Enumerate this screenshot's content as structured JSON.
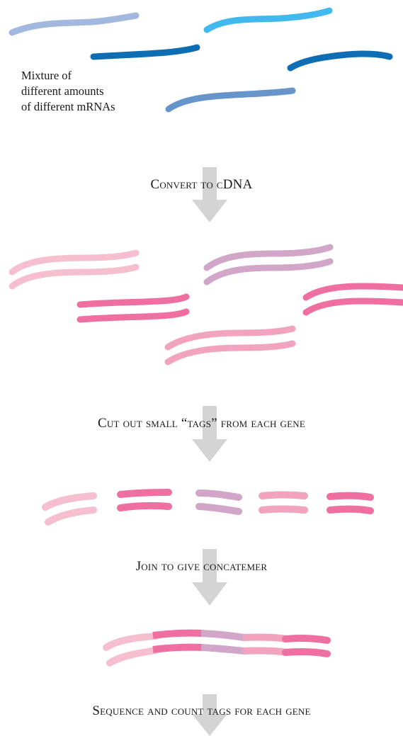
{
  "mixture_label": [
    "Mixture of",
    "different amounts",
    "of different mRNAs"
  ],
  "steps": [
    "Convert to cDNA",
    "Cut out small “tags” from each gene",
    "Join to give concatemer",
    "Sequence and count tags for each gene"
  ],
  "colors": {
    "arrow": "#d4d4d4",
    "mrna_light_blue": "#a3b8df",
    "mrna_cyan": "#41b8ee",
    "mrna_dark_blue": "#0f6db3",
    "mrna_mid_blue": "#6894cc",
    "cdna_light_pink": "#f5bfd0",
    "cdna_lavender": "#d2a6c9",
    "cdna_hot_pink": "#ee6fa0",
    "cdna_mid_pink": "#f2a3bd"
  }
}
